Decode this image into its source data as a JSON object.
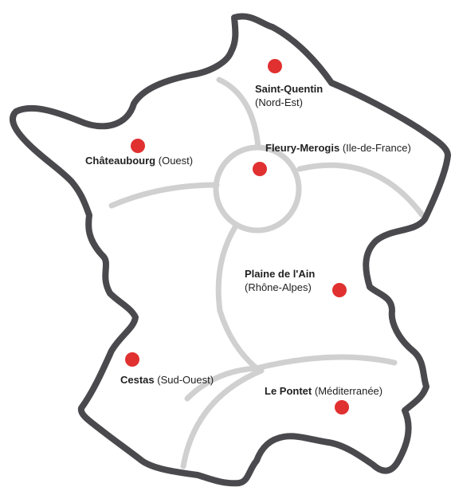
{
  "colors": {
    "outline": "#4a4a4e",
    "regions": "#d0d0d0",
    "marker": "#e03030",
    "text": "#1f1f1f"
  },
  "sites": [
    {
      "id": "saint-quentin",
      "name": "Saint-Quentin",
      "region": "(Nord-Est)"
    },
    {
      "id": "fleury-merogis",
      "name": "Fleury-Merogis",
      "region": "(Ile-de-France)"
    },
    {
      "id": "chateaubourg",
      "name": "Châteaubourg",
      "region": "(Ouest)"
    },
    {
      "id": "plaine-de-l-ain",
      "name": "Plaine de l'Ain",
      "region": "(Rhône-Alpes)"
    },
    {
      "id": "cestas",
      "name": "Cestas",
      "region": "(Sud-Ouest)"
    },
    {
      "id": "le-pontet",
      "name": "Le Pontet",
      "region": "(Méditerranée)"
    }
  ]
}
